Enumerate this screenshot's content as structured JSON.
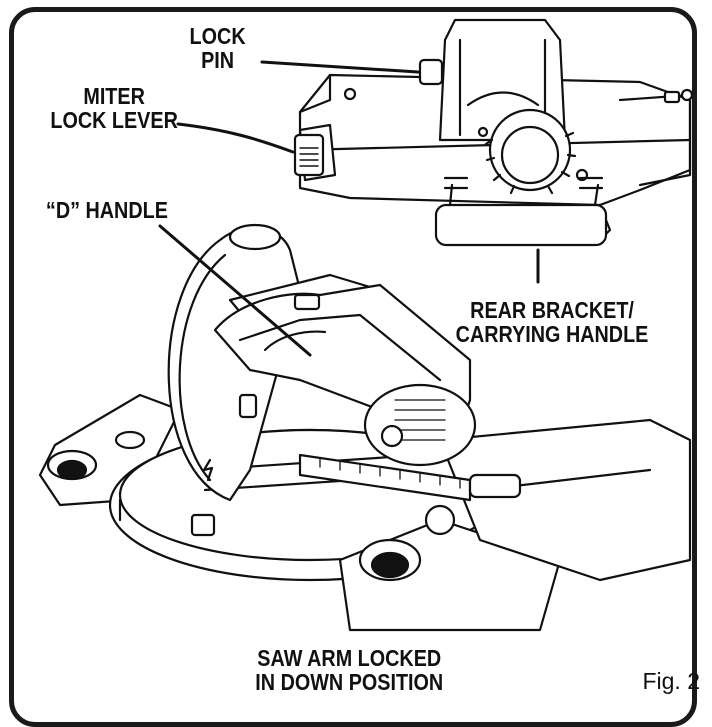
{
  "labels": {
    "lock_pin": [
      "LOCK",
      "PIN"
    ],
    "miter_lock_lever": [
      "MITER",
      "LOCK LEVER"
    ],
    "d_handle": "“D” HANDLE",
    "rear_bracket": [
      "REAR BRACKET/",
      "CARRYING HANDLE"
    ],
    "saw_arm": [
      "SAW ARM LOCKED",
      "IN DOWN POSITION"
    ]
  },
  "figure_number": "Fig. 2"
}
